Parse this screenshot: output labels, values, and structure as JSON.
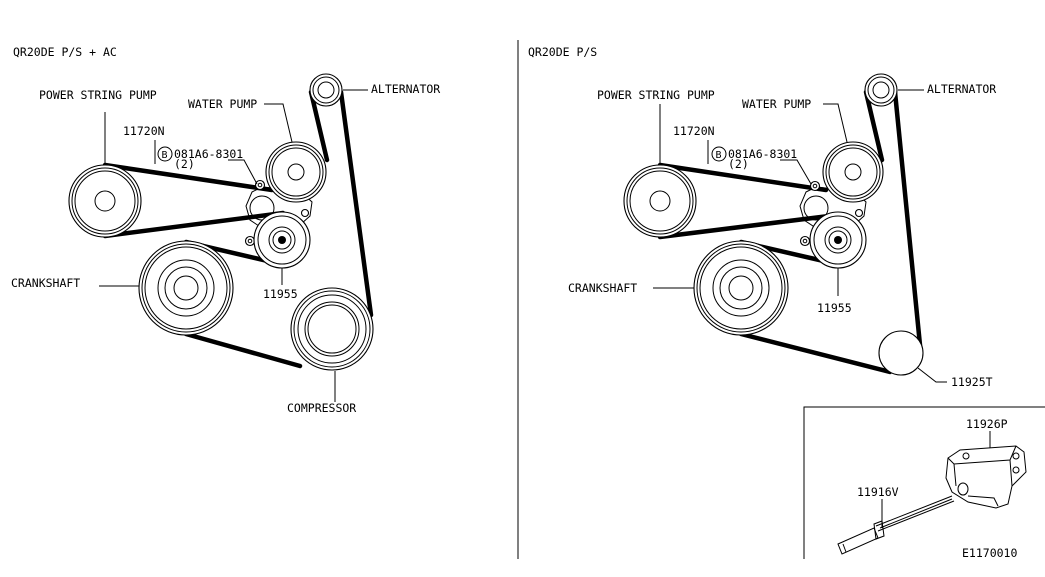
{
  "diagram_left": {
    "title": "QR20DE P/S + AC",
    "labels": {
      "power_steering_pump": "POWER STRING PUMP",
      "water_pump": "WATER PUMP",
      "alternator": "ALTERNATOR",
      "belt_part": "11720N",
      "bolt_part": "081A6-8301",
      "bolt_marker": "B",
      "bolt_qty": "(2)",
      "crankshaft": "CRANKSHAFT",
      "idler_part": "11955",
      "compressor": "COMPRESSOR"
    }
  },
  "diagram_right": {
    "title": "QR20DE P/S",
    "labels": {
      "power_steering_pump": "POWER STRING PUMP",
      "water_pump": "WATER PUMP",
      "alternator": "ALTERNATOR",
      "belt_part": "11720N",
      "bolt_part": "081A6-8301",
      "bolt_marker": "B",
      "bolt_qty": "(2)",
      "crankshaft": "CRANKSHAFT",
      "idler_part": "11955",
      "idler_pulley_part": "11925T"
    }
  },
  "inset": {
    "bracket_part": "11926P",
    "bolt_part": "11916V"
  },
  "figure_code": "E1170010"
}
